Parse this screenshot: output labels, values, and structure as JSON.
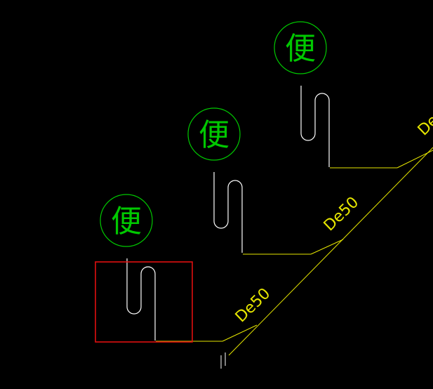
{
  "canvas": {
    "background": "#000000"
  },
  "colors": {
    "fixture": "#00c800",
    "trap": "#ffffff",
    "pipe": "#e6e600",
    "selection": "#e01010"
  },
  "fixtures": [
    {
      "symbol": "便"
    },
    {
      "symbol": "便"
    },
    {
      "symbol": "便"
    }
  ],
  "pipe_labels": [
    {
      "text": "De50"
    },
    {
      "text": "De50"
    },
    {
      "text": "De"
    }
  ],
  "selection": {
    "active": true
  }
}
